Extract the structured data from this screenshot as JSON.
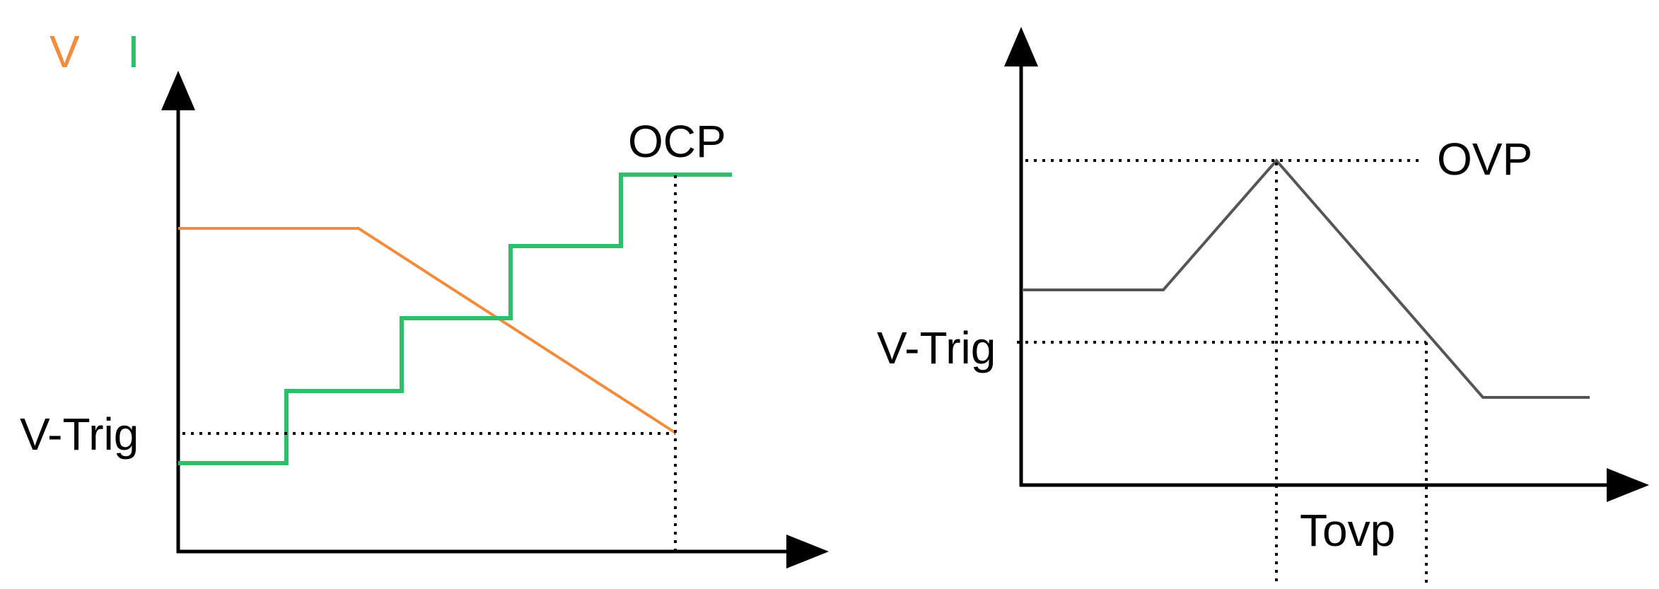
{
  "left_diagram": {
    "legend": {
      "voltage_label": "V",
      "current_label": "I",
      "voltage_color": "#f28c3c",
      "current_color": "#2ebf6a"
    },
    "ocp_label": "OCP",
    "vtrig_label": "V-Trig"
  },
  "right_diagram": {
    "ovp_label": "OVP",
    "vtrig_label": "V-Trig",
    "time_label": "Tovp",
    "trace_color": "#555555"
  },
  "colors": {
    "axis": "#000000",
    "background": "#ffffff"
  }
}
